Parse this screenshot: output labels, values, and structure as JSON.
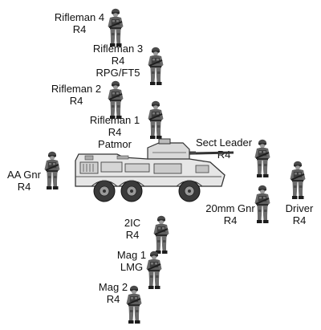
{
  "positions": {
    "rifleman4": {
      "lines": [
        "Rifleman 4",
        "R4"
      ]
    },
    "rifleman3": {
      "lines": [
        "Rifleman 3",
        "R4",
        "RPG/FT5"
      ]
    },
    "rifleman2": {
      "lines": [
        "Rifleman 2",
        "R4"
      ]
    },
    "rifleman1": {
      "lines": [
        "Rifleman 1",
        "R4",
        "Patmor"
      ]
    },
    "sect_leader": {
      "lines": [
        "Sect Leader",
        "R4"
      ]
    },
    "aa_gnr": {
      "lines": [
        "AA Gnr",
        "R4"
      ]
    },
    "gnr_20mm": {
      "lines": [
        "20mm Gnr",
        "R4"
      ]
    },
    "driver": {
      "lines": [
        "Driver",
        "R4"
      ]
    },
    "ic2": {
      "lines": [
        "2IC",
        "R4"
      ]
    },
    "mag1": {
      "lines": [
        "Mag 1",
        "LMG"
      ]
    },
    "mag2": {
      "lines": [
        "Mag 2",
        "R4"
      ]
    }
  },
  "icons": {
    "soldier": "soldier-icon",
    "vehicle": "armoured-car-icon"
  }
}
